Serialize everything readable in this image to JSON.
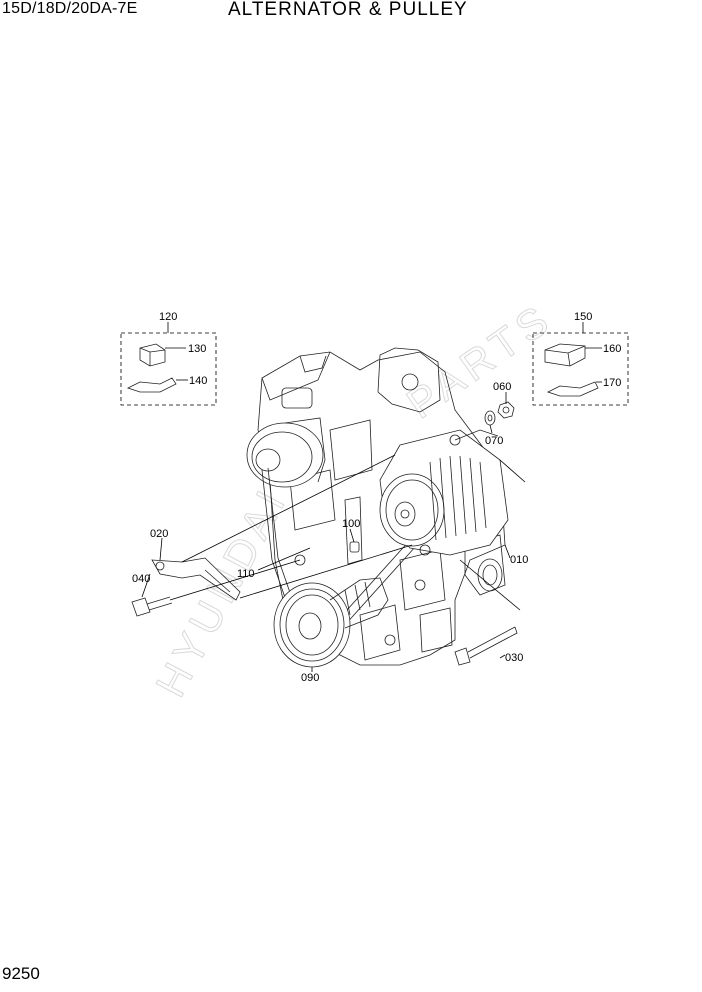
{
  "header": {
    "model": "15D/18D/20DA-7E",
    "title": "ALTERNATOR & PULLEY"
  },
  "footer": {
    "page_number": "9250"
  },
  "callouts": {
    "c010": "010",
    "c020": "020",
    "c030": "030",
    "c040": "040",
    "c060": "060",
    "c070": "070",
    "c090": "090",
    "c100": "100",
    "c110": "110",
    "c120": "120",
    "c130": "130",
    "c140": "140",
    "c150": "150",
    "c160": "160",
    "c170": "170"
  }
}
